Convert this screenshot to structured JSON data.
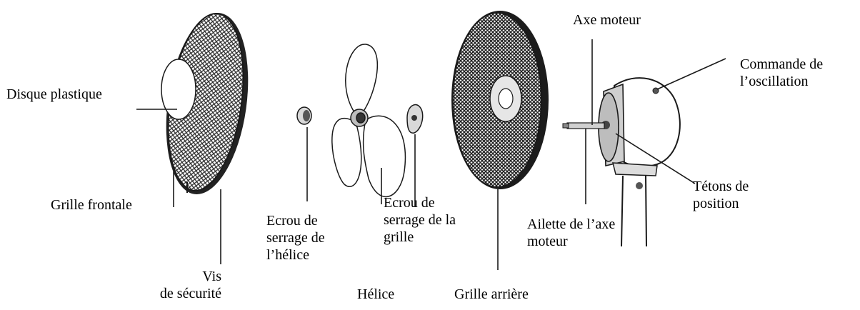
{
  "colors": {
    "ink": "#1a1a1a",
    "mesh": "#3a3a3a",
    "paper": "#ffffff",
    "motor_shade": "#cfcfcf"
  },
  "labels": {
    "disque_plastique": [
      "Disque plastique"
    ],
    "grille_frontale": [
      "Grille frontale"
    ],
    "vis_securite": [
      "Vis",
      "de sécurité"
    ],
    "ecrou_helice": [
      "Ecrou de",
      "serrage de",
      "l’hélice"
    ],
    "ecrou_grille": [
      "Ecrou de",
      "serrage de la",
      "grille"
    ],
    "helice": [
      "Hélice"
    ],
    "grille_arriere": [
      "Grille arrière"
    ],
    "axe_moteur": [
      "Axe moteur"
    ],
    "ailette_axe": [
      "Ailette de l’axe",
      "moteur"
    ],
    "tetons_position": [
      "Tétons de",
      "position"
    ],
    "commande_oscillation": [
      "Commande de",
      "l’oscillation"
    ]
  }
}
